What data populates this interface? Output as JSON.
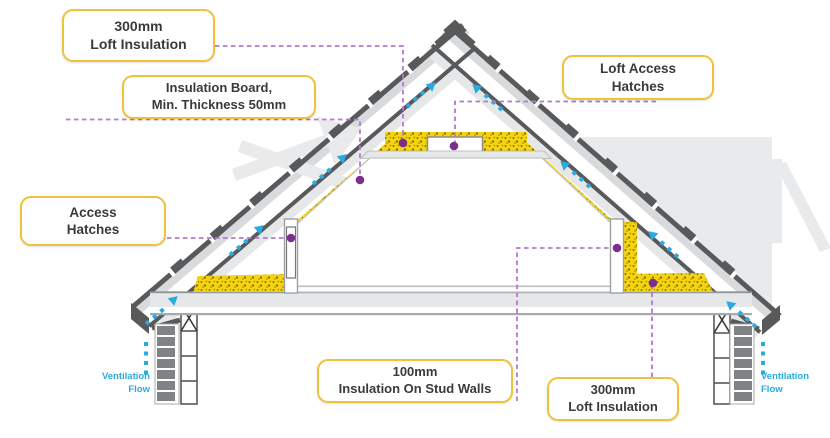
{
  "figure": {
    "description": "Cross-section diagram of a pitched roof loft showing insulation thicknesses, access hatches and ventilation flow paths"
  },
  "callouts": [
    {
      "id": "loft-insulation-top",
      "line1": "300mm",
      "line2": "Loft Insulation"
    },
    {
      "id": "insulation-board",
      "line1": "Insulation Board,",
      "line2": "Min. Thickness 50mm"
    },
    {
      "id": "loft-access-hatches",
      "line1": "Loft Access",
      "line2": "Hatches"
    },
    {
      "id": "access-hatches",
      "line1": "Access",
      "line2": "Hatches"
    },
    {
      "id": "stud-wall-insulation",
      "line1": "100mm",
      "line2": "Insulation On Stud Walls"
    },
    {
      "id": "loft-insulation-bottom",
      "line1": "300mm",
      "line2": "Loft Insulation"
    }
  ],
  "ventilation_flow_left": {
    "line1": "Ventilation",
    "line2": "Flow"
  },
  "ventilation_flow_right": {
    "line1": "Ventilation",
    "line2": "Flow"
  },
  "colors": {
    "insulation_yellow": "#F5D40D",
    "callout_border_gold": "#F0C237",
    "arrow_blue": "#29ABE2",
    "connector_purple": "#B279CE",
    "marker_purple": "#7B2E8B",
    "roof_dark_gray": "#58595B",
    "light_gray": "#E6E7E8",
    "text_dark": "#3A3A3C",
    "background": "#FFFFFF"
  }
}
